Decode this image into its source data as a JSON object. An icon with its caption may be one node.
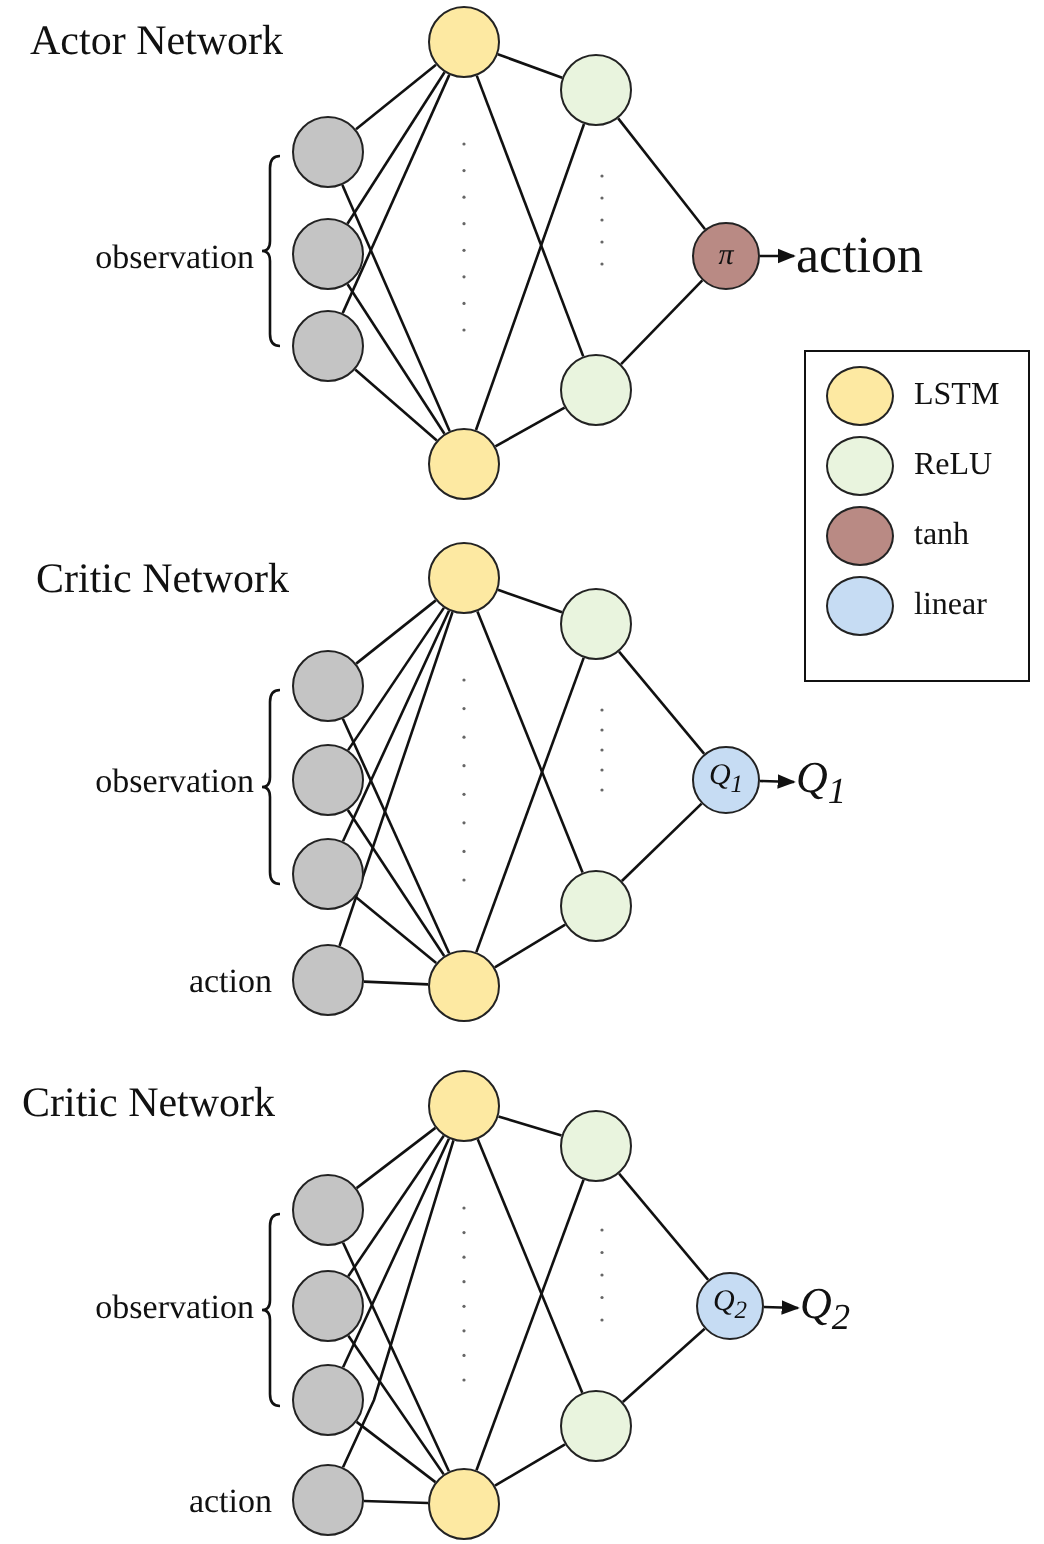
{
  "diagram": {
    "nodes": [
      {
        "text": [],
        "shape": "circle"
      },
      {
        "text": [],
        "shape": "circle"
      },
      {
        "text": [],
        "shape": "circle"
      },
      {
        "text": [],
        "shape": "circle"
      },
      {
        "text": [],
        "shape": "circle"
      },
      {
        "text": [],
        "shape": "circle"
      },
      {
        "text": [],
        "shape": "circle"
      },
      {
        "text": [
          "π"
        ]
      },
      {
        "text": [
          "action"
        ]
      },
      {
        "text": [],
        "shape": "circle"
      },
      {
        "text": [],
        "shape": "circle"
      },
      {
        "text": [],
        "shape": "circle"
      },
      {
        "text": [],
        "shape": "circle",
        "beside": [
          "action"
        ]
      },
      {
        "text": [],
        "shape": "circle"
      },
      {
        "text": [],
        "shape": "circle"
      },
      {
        "text": [],
        "shape": "circle"
      },
      {
        "text": [],
        "shape": "circle"
      },
      {
        "text": [
          "Q$_{1}$"
        ]
      },
      {
        "text": [
          "Q$_{1}$"
        ]
      },
      {
        "text": [],
        "shape": "circle"
      },
      {
        "text": [],
        "shape": "circle"
      },
      {
        "text": [],
        "shape": "circle"
      },
      {
        "text": [],
        "shape": "circle",
        "beside": [
          "action"
        ]
      },
      {
        "text": [],
        "shape": "circle"
      },
      {
        "text": [],
        "shape": "circle"
      },
      {
        "text": [],
        "shape": "circle"
      },
      {
        "text": [],
        "shape": "circle"
      },
      {
        "text": [
          "Q$_{2}$"
        ]
      },
      {
        "text": [
          "Q$_{2}$"
        ]
      }
    ],
    "edges": [
      {
        "from": 0,
        "to": 3,
        "arrow": "none"
      },
      {
        "from": 0,
        "to": 4,
        "arrow": "none"
      },
      {
        "from": 1,
        "to": 3,
        "arrow": "none"
      },
      {
        "from": 1,
        "to": 4,
        "arrow": "none"
      },
      {
        "from": 2,
        "to": 3,
        "arrow": "none"
      },
      {
        "from": 2,
        "to": 4,
        "arrow": "none"
      },
      {
        "from": 3,
        "to": 5,
        "arrow": "none"
      },
      {
        "from": 3,
        "to": 6,
        "arrow": "none"
      },
      {
        "from": 4,
        "to": 5,
        "arrow": "none"
      },
      {
        "from": 4,
        "to": 6,
        "arrow": "none"
      },
      {
        "from": 5,
        "to": 7,
        "arrow": "none"
      },
      {
        "from": 6,
        "to": 7,
        "arrow": "none"
      },
      {
        "from": 7,
        "to": 8,
        "arrow": "to"
      },
      {
        "from": 9,
        "to": 13,
        "arrow": "none"
      },
      {
        "from": 9,
        "to": 14,
        "arrow": "none"
      },
      {
        "from": 10,
        "to": 13,
        "arrow": "none"
      },
      {
        "from": 10,
        "to": 14,
        "arrow": "none"
      },
      {
        "from": 11,
        "to": 13,
        "arrow": "none"
      },
      {
        "from": 11,
        "to": 14,
        "arrow": "none"
      },
      {
        "from": 12,
        "to": 13,
        "arrow": "none"
      },
      {
        "from": 12,
        "to": 14,
        "arrow": "none"
      },
      {
        "from": 13,
        "to": 15,
        "arrow": "none"
      },
      {
        "from": 13,
        "to": 16,
        "arrow": "none"
      },
      {
        "from": 14,
        "to": 15,
        "arrow": "none"
      },
      {
        "from": 14,
        "to": 16,
        "arrow": "none"
      },
      {
        "from": 15,
        "to": 17,
        "arrow": "none"
      },
      {
        "from": 16,
        "to": 17,
        "arrow": "none"
      },
      {
        "from": 17,
        "to": 18,
        "arrow": "to"
      },
      {
        "from": 19,
        "to": 23,
        "arrow": "none"
      },
      {
        "from": 19,
        "to": 24,
        "arrow": "none"
      },
      {
        "from": 20,
        "to": 23,
        "arrow": "none"
      },
      {
        "from": 20,
        "to": 24,
        "arrow": "none"
      },
      {
        "from": 21,
        "to": 23,
        "arrow": "none"
      },
      {
        "from": 21,
        "to": 24,
        "arrow": "none"
      },
      {
        "from": 22,
        "to": 23,
        "arrow": "none"
      },
      {
        "from": 22,
        "to": 24,
        "arrow": "none"
      },
      {
        "from": 23,
        "to": 25,
        "arrow": "none"
      },
      {
        "from": 23,
        "to": 26,
        "arrow": "none"
      },
      {
        "from": 24,
        "to": 25,
        "arrow": "none"
      },
      {
        "from": 24,
        "to": 26,
        "arrow": "none"
      },
      {
        "from": 25,
        "to": 27,
        "arrow": "none"
      },
      {
        "from": 26,
        "to": 27,
        "arrow": "none"
      },
      {
        "from": 27,
        "to": 28,
        "arrow": "to"
      }
    ],
    "labels": [
      "Actor Network",
      "observation",
      "Critic Network",
      "observation",
      "Critic Network",
      "observation"
    ],
    "legend": [
      {
        "text": "LSTM",
        "color": "#fde9a2"
      },
      {
        "text": "ReLU",
        "color": "#e9f4de"
      },
      {
        "text": "tanh",
        "color": "#b98a84"
      },
      {
        "text": "linear",
        "color": "#c6dcf3"
      }
    ]
  }
}
